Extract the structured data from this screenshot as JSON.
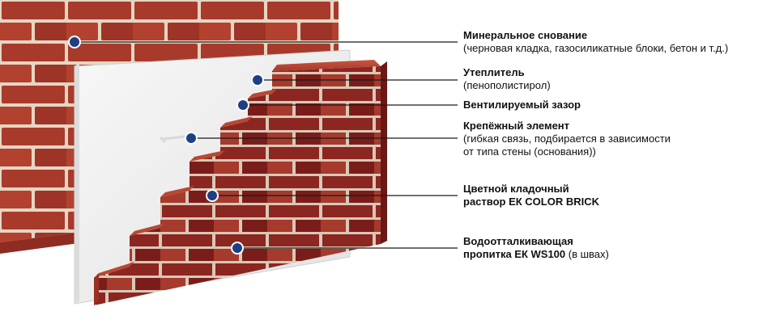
{
  "labels": [
    {
      "title": "Минеральное снование",
      "sub": "(черновая кладка, газосиликатные блоки, бетон и т.д.)"
    },
    {
      "title": "Утеплитель",
      "sub": "(пенополистирол)"
    },
    {
      "title": "Вентилируемый зазор",
      "sub": ""
    },
    {
      "title": "Крепёжный элемент",
      "sub": "(гибкая связь, подбирается в зависимости",
      "sub2": "от типа стены (основания))"
    },
    {
      "title": "Цветной кладочный",
      "title2": "раствор ЕК COLOR BRICK"
    },
    {
      "title": "Водоотталкивающая",
      "title2": "пропитка ЕК WS100",
      "tail": " (в швах)"
    }
  ],
  "colors": {
    "marker": "#1f3f85",
    "brick_dark": "#7e1f1c",
    "brick_light": "#b53d2f",
    "mortar": "#e7d8c6",
    "insulation": "#eeeeee"
  },
  "icons": [
    "marker-dot-icon"
  ]
}
